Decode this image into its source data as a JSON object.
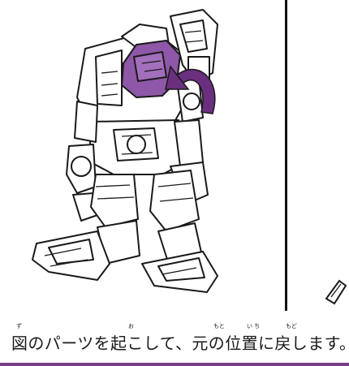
{
  "instruction": {
    "text": "図のパーツを起こして、元の位置に戻します。",
    "ruby": {
      "zu": "ず",
      "o": "お",
      "moto": "もと",
      "ichi": "い  ち",
      "modo": "もど"
    }
  },
  "colors": {
    "highlight_part": "#8e57a8",
    "arrow": "#6a2f7e",
    "line": "#1a1a1a",
    "bottom_rule": "#7a3e86"
  },
  "icons": {
    "main_illustration": "robot-assembly-illustration",
    "arrow": "rotate-arrow-icon"
  }
}
